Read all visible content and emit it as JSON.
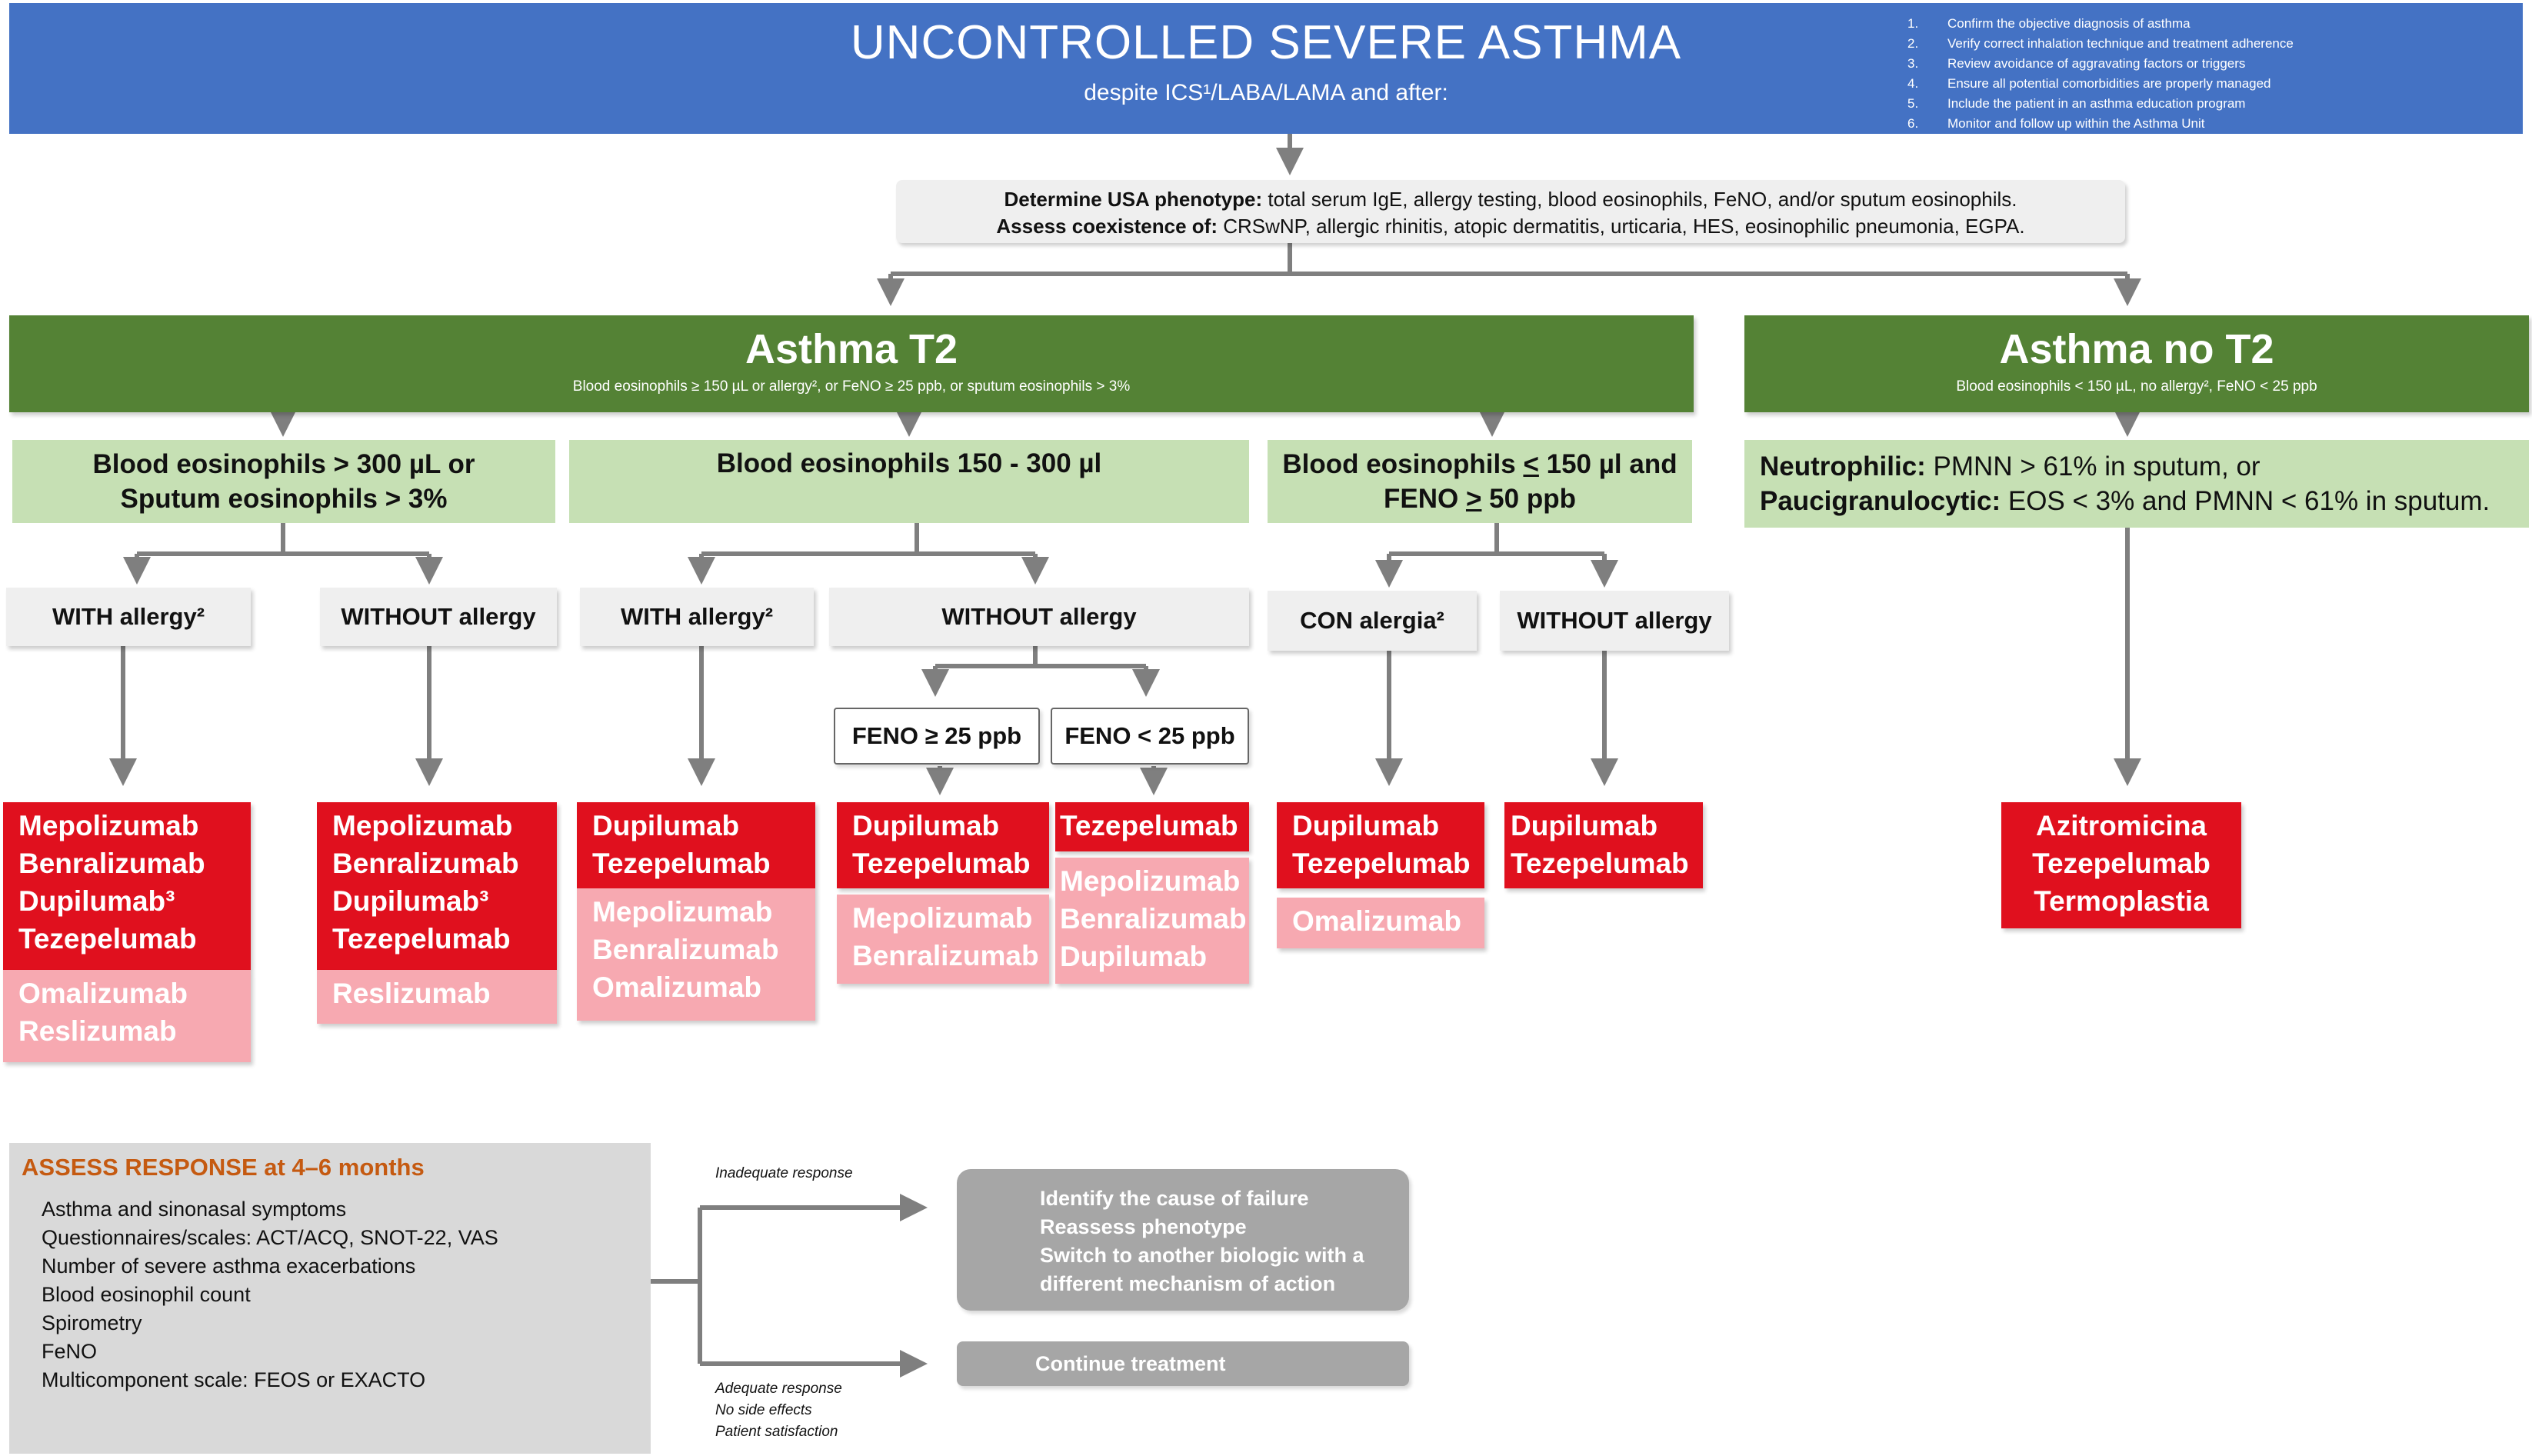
{
  "header": {
    "title": "UNCONTROLLED SEVERE ASTHMA",
    "subtitle": "despite ICS¹/LABA/LAMA and after:",
    "checklist": [
      {
        "num": "1.",
        "text": "Confirm the objective diagnosis of asthma"
      },
      {
        "num": "2.",
        "text": "Verify correct inhalation technique and treatment adherence"
      },
      {
        "num": "3.",
        "text": "Review avoidance of aggravating factors or triggers"
      },
      {
        "num": "4.",
        "text": "Ensure all potential comorbidities are properly managed"
      },
      {
        "num": "5.",
        "text": "Include the patient in an asthma education program"
      },
      {
        "num": "6.",
        "text": "Monitor and follow up within the Asthma Unit"
      }
    ]
  },
  "phenotype": {
    "line1_bold": "Determine USA phenotype:",
    "line1_text": " total serum IgE, allergy testing, blood eosinophils, FeNO, and/or sputum eosinophils.",
    "line2_bold": "Assess coexistence of:",
    "line2_text": " CRSwNP, allergic rhinitis, atopic dermatitis, urticaria, HES, eosinophilic pneumonia, EGPA."
  },
  "t2": {
    "title": "Asthma T2",
    "criteria": "Blood eosinophils ≥ 150 µL or allergy², or FeNO ≥ 25 ppb, or sputum eosinophils > 3%"
  },
  "no_t2": {
    "title": "Asthma no T2",
    "criteria": "Blood eosinophils < 150 µL, no allergy², FeNO < 25 ppb"
  },
  "groups": {
    "g1": {
      "line1": "Blood eosinophils > 300 µL or",
      "line2": "Sputum eosinophils > 3%"
    },
    "g2": {
      "line1": "Blood eosinophils 150 - 300 µl"
    },
    "g3": {
      "line1_pre": "Blood eosinophils ",
      "line1_u": "<",
      "line1_post": " 150 µl and",
      "line2_pre": "FENO ",
      "line2_u": ">",
      "line2_post": " 50 ppb"
    },
    "g4": {
      "l1_bold": "Neutrophilic:",
      "l1_text": " PMNN > 61% in sputum, or",
      "l2_bold": "Paucigranulocytic:",
      "l2_text": " EOS < 3% and PMNN < 61% in sputum."
    }
  },
  "labels": {
    "g1_with": "WITH allergy²",
    "g1_without": "WITHOUT allergy",
    "g2_with": "WITH allergy²",
    "g2_without": "WITHOUT allergy",
    "g3_with": "CON alergia²",
    "g3_without": "WITHOUT allergy",
    "feno_high": "FENO ≥ 25 ppb",
    "feno_low": "FENO < 25 ppb"
  },
  "drugs": {
    "c1_red": [
      "Mepolizumab",
      "Benralizumab",
      "Dupilumab³",
      "Tezepelumab"
    ],
    "c1_pink": [
      "Omalizumab",
      "Reslizumab"
    ],
    "c2_red": [
      "Mepolizumab",
      "Benralizumab",
      "Dupilumab³",
      "Tezepelumab"
    ],
    "c2_pink": [
      "Reslizumab"
    ],
    "c3_red": [
      "Dupilumab",
      "Tezepelumab"
    ],
    "c3_pink": [
      "Mepolizumab",
      "Benralizumab",
      "Omalizumab"
    ],
    "c4_red": [
      "Dupilumab",
      "Tezepelumab"
    ],
    "c4_pink": [
      "Mepolizumab",
      "Benralizumab"
    ],
    "c5_red": [
      "Tezepelumab"
    ],
    "c5_pink": [
      "Mepolizumab",
      "Benralizumab",
      "Dupilumab"
    ],
    "c6_red": [
      "Dupilumab",
      "Tezepelumab"
    ],
    "c6_pink": [
      "Omalizumab"
    ],
    "c7_red": [
      "Dupilumab",
      "Tezepelumab"
    ],
    "c8_red": [
      "Azitromicina",
      "Tezepelumab",
      "Termoplastia"
    ]
  },
  "assess": {
    "title": "ASSESS RESPONSE at 4–6 months",
    "items": [
      "Asthma and sinonasal symptoms",
      "Questionnaires/scales: ACT/ACQ, SNOT-22, VAS",
      "Number of severe asthma exacerbations",
      "Blood eosinophil count",
      "Spirometry",
      "FeNO",
      "Multicomponent scale: FEOS or EXACTO"
    ],
    "inadequate_label": "Inadequate response",
    "adequate_labels": [
      "Adequate response",
      "No side effects",
      "Patient satisfaction"
    ],
    "fail_actions": [
      "Identify the cause of failure",
      "Reassess phenotype",
      "Switch to another biologic with a",
      "different mechanism of action"
    ],
    "continue": "Continue treatment"
  },
  "colors": {
    "header_blue": "#4472c4",
    "t2_green": "#548235",
    "light_green": "#c6e0b4",
    "first_line_red": "#e0101e",
    "second_line_pink": "#f7a9b1",
    "assess_orange": "#c55a11",
    "connector_gray": "#7f7f7f"
  }
}
